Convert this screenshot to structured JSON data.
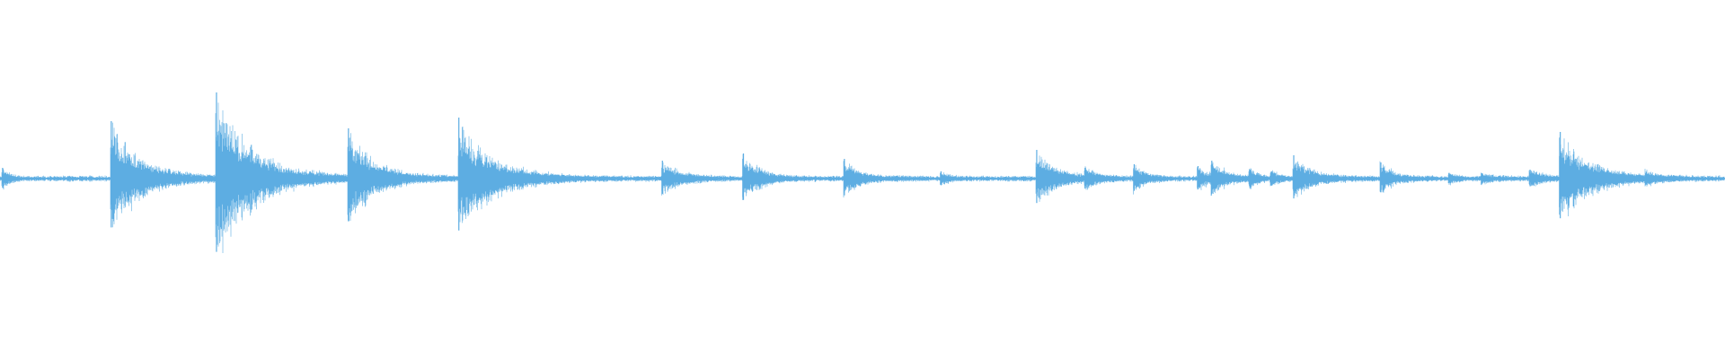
{
  "waveform": {
    "color": "#5dade2",
    "background": "#ffffff",
    "duration": 1,
    "noise_level": 0.012,
    "transients": [
      {
        "t": 0.0015,
        "amp": 0.06,
        "decay": 0.004
      },
      {
        "t": 0.0645,
        "amp": 0.32,
        "decay": 0.018
      },
      {
        "t": 0.1255,
        "amp": 0.48,
        "decay": 0.022
      },
      {
        "t": 0.202,
        "amp": 0.28,
        "decay": 0.015
      },
      {
        "t": 0.266,
        "amp": 0.34,
        "decay": 0.02
      },
      {
        "t": 0.384,
        "amp": 0.1,
        "decay": 0.01
      },
      {
        "t": 0.431,
        "amp": 0.14,
        "decay": 0.01
      },
      {
        "t": 0.4895,
        "amp": 0.11,
        "decay": 0.009
      },
      {
        "t": 0.5455,
        "amp": 0.04,
        "decay": 0.004
      },
      {
        "t": 0.601,
        "amp": 0.16,
        "decay": 0.012
      },
      {
        "t": 0.629,
        "amp": 0.06,
        "decay": 0.006
      },
      {
        "t": 0.6575,
        "amp": 0.08,
        "decay": 0.007
      },
      {
        "t": 0.6945,
        "amp": 0.07,
        "decay": 0.006
      },
      {
        "t": 0.7025,
        "amp": 0.1,
        "decay": 0.008
      },
      {
        "t": 0.7245,
        "amp": 0.05,
        "decay": 0.005
      },
      {
        "t": 0.737,
        "amp": 0.04,
        "decay": 0.005
      },
      {
        "t": 0.75,
        "amp": 0.13,
        "decay": 0.011
      },
      {
        "t": 0.8005,
        "amp": 0.09,
        "decay": 0.008
      },
      {
        "t": 0.84,
        "amp": 0.03,
        "decay": 0.004
      },
      {
        "t": 0.859,
        "amp": 0.03,
        "decay": 0.006
      },
      {
        "t": 0.887,
        "amp": 0.05,
        "decay": 0.008
      },
      {
        "t": 0.9045,
        "amp": 0.26,
        "decay": 0.018
      },
      {
        "t": 0.954,
        "amp": 0.03,
        "decay": 0.006
      }
    ]
  }
}
